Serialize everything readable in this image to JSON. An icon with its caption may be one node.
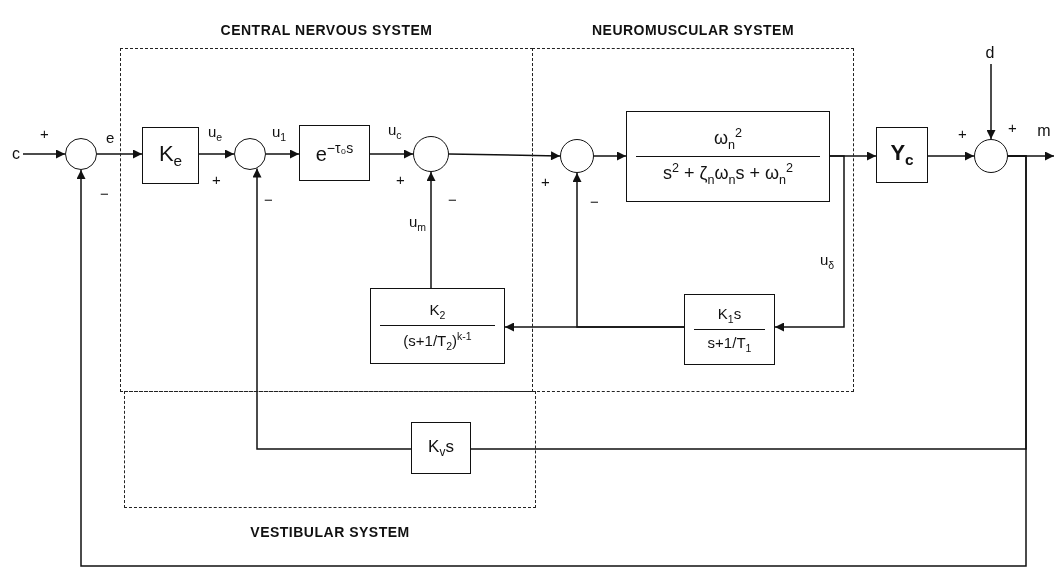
{
  "diagram": {
    "nodes": [
      {
        "text": [
          "CENTRAL NERVOUS SYSTEM"
        ]
      },
      {
        "text": [
          "NEUROMUSCULAR SYSTEM"
        ]
      },
      {
        "text": [
          "VESTIBULAR SYSTEM"
        ]
      },
      {
        "text": [
          "c"
        ]
      },
      {
        "text": [],
        "shape": "circle",
        "beside": [
          "+",
          "−"
        ]
      },
      {
        "text": [
          "K$_{e}$"
        ],
        "in": 0
      },
      {
        "text": [],
        "shape": "circle",
        "beside": [
          "+",
          "−"
        ],
        "in": 0
      },
      {
        "text": [
          "e$^{−τ₀s}$"
        ],
        "in": 0
      },
      {
        "text": [],
        "shape": "circle",
        "beside": [
          "+",
          "−"
        ],
        "in": 0
      },
      {
        "text": [],
        "shape": "circle",
        "beside": [
          "+",
          "−"
        ],
        "in": 1
      },
      {
        "text": [
          "ω$_{n}$$^{2}$",
          "s$^{2}$ + ζ$_{n}$ω$_{n}$s + ω$_{n}$$^{2}$"
        ],
        "in": 1
      },
      {
        "text": [
          "K$_{1}$s",
          "s+1/T$_{1}$"
        ],
        "in": 1
      },
      {
        "text": [
          "K$_{2}$",
          "(s+1/T$_{2}$)$^{k-1}$"
        ],
        "in": 0
      },
      {
        "text": [
          "Y$_{c}$"
        ]
      },
      {
        "text": [],
        "shape": "circle",
        "beside": [
          "+",
          "+"
        ]
      },
      {
        "text": [
          "d"
        ]
      },
      {
        "text": [
          "m"
        ]
      },
      {
        "text": [
          "K$_{v}$s"
        ],
        "in": 2
      }
    ],
    "edges": [
      {
        "from": 3,
        "to": 4,
        "arrow": "to"
      },
      {
        "from": 4,
        "to": 5,
        "arrow": "to",
        "label": "e"
      },
      {
        "from": 5,
        "to": 6,
        "arrow": "to",
        "label": "u$_{e}$"
      },
      {
        "from": 6,
        "to": 7,
        "arrow": "to",
        "label": "u$_{1}$"
      },
      {
        "from": 7,
        "to": 8,
        "arrow": "to",
        "label": "u$_{c}$"
      },
      {
        "from": 8,
        "to": 9,
        "arrow": "to"
      },
      {
        "from": 9,
        "to": 10,
        "arrow": "to"
      },
      {
        "from": 10,
        "to": 13,
        "arrow": "to"
      },
      {
        "from": 13,
        "to": 14,
        "arrow": "to"
      },
      {
        "from": 14,
        "to": 16,
        "arrow": "to"
      },
      {
        "from": 15,
        "to": 14,
        "arrow": "to"
      },
      {
        "from": 10,
        "to": 11,
        "arrow": "to",
        "label": "u$_{δ}$"
      },
      {
        "from": 11,
        "to": 12,
        "arrow": "to"
      },
      {
        "from": 11,
        "to": 9,
        "arrow": "to"
      },
      {
        "from": 12,
        "to": 8,
        "arrow": "to",
        "label": "u$_{m}$"
      },
      {
        "from": 14,
        "to": 17,
        "arrow": "none"
      },
      {
        "from": 17,
        "to": 6,
        "arrow": "to"
      },
      {
        "from": 14,
        "to": 4,
        "arrow": "to"
      }
    ]
  }
}
